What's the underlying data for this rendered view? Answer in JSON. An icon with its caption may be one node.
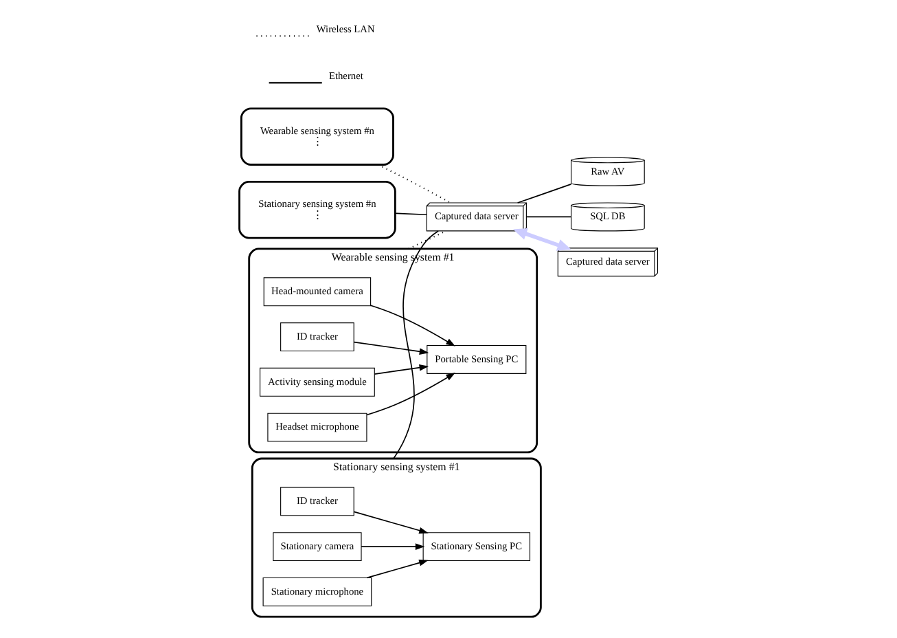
{
  "diagram": {
    "nodes": [
      {
        "text": [
          "Wearable sensing system #n",
          "⋮"
        ]
      },
      {
        "text": [
          "Wearable sensing system #1"
        ]
      },
      {
        "text": [
          "Head-mounted camera"
        ],
        "in": 1
      },
      {
        "text": [
          "Headset microphone"
        ],
        "in": 1
      },
      {
        "text": [
          "ID tracker"
        ],
        "in": 1
      },
      {
        "text": [
          "Activity sensing module"
        ],
        "in": 1
      },
      {
        "text": [
          "Portable Sensing PC"
        ],
        "in": 1
      },
      {
        "text": [
          "Stationary sensing system #n",
          "⋮"
        ]
      },
      {
        "text": [
          "Stationary sensing system #1"
        ]
      },
      {
        "text": [
          "ID tracker"
        ],
        "in": 8
      },
      {
        "text": [
          "Stationary Sensing PC"
        ],
        "in": 8
      },
      {
        "text": [
          "Stationary camera"
        ],
        "in": 8
      },
      {
        "text": [
          "Stationary microphone"
        ],
        "in": 8
      },
      {
        "text": [
          "Raw AV"
        ]
      },
      {
        "text": [
          "SQL DB"
        ]
      },
      {
        "text": [
          "Captured data server"
        ]
      },
      {
        "text": [
          "Captured data server"
        ]
      }
    ],
    "edges": [
      {
        "from": 2,
        "to": 6,
        "arrow": "to"
      },
      {
        "from": 3,
        "to": 6,
        "arrow": "to"
      },
      {
        "from": 4,
        "to": 6,
        "arrow": "to"
      },
      {
        "from": 5,
        "to": 6,
        "arrow": "to"
      },
      {
        "from": 9,
        "to": 10,
        "arrow": "to"
      },
      {
        "from": 11,
        "to": 10,
        "arrow": "to"
      },
      {
        "from": 12,
        "to": 10,
        "arrow": "to"
      },
      {
        "from": 0,
        "to": 15,
        "arrow": "none",
        "style": "dashed"
      },
      {
        "from": 1,
        "to": 15,
        "arrow": "none",
        "style": "dashed"
      },
      {
        "from": 7,
        "to": 15,
        "arrow": "none"
      },
      {
        "from": 8,
        "to": 15,
        "arrow": "none"
      },
      {
        "from": 15,
        "to": 13,
        "arrow": "none"
      },
      {
        "from": 15,
        "to": 14,
        "arrow": "none"
      },
      {
        "from": 15,
        "to": 16,
        "arrow": "both",
        "style": "thick",
        "color": "#ccccff"
      }
    ],
    "legend": [
      {
        "text": "Wireless LAN"
      },
      {
        "text": "Ethernet"
      }
    ]
  }
}
